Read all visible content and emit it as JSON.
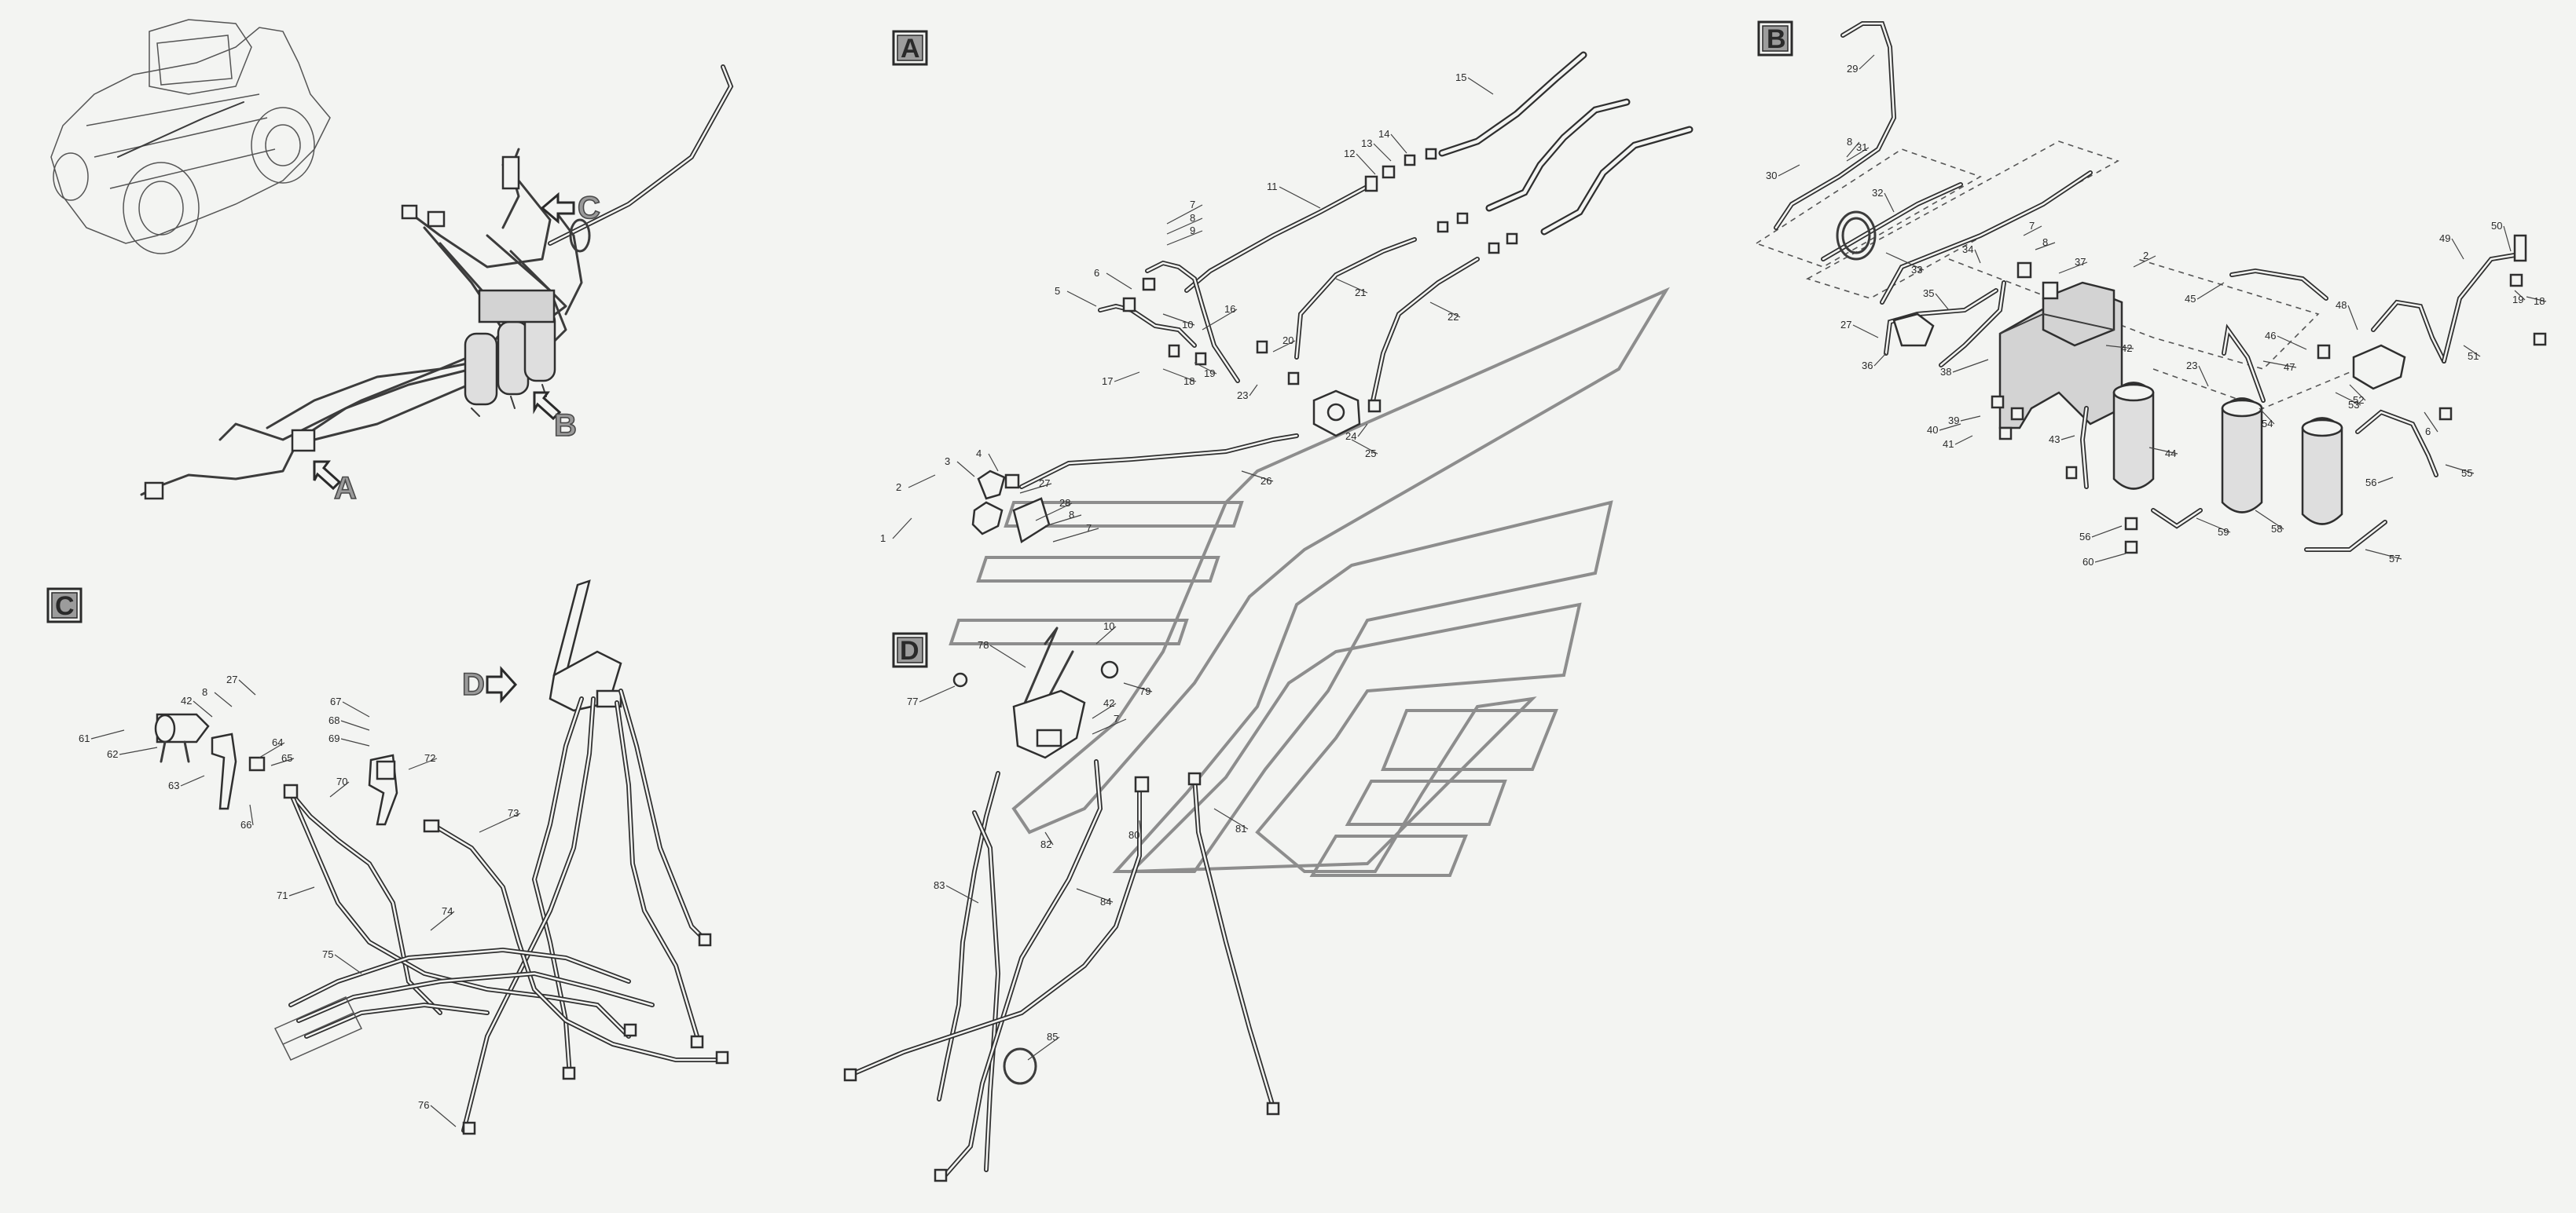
{
  "section_labels": {
    "a": "A",
    "b": "B",
    "c": "C",
    "d": "D"
  },
  "overview_callouts": {
    "a": "A",
    "b": "B",
    "c": "C"
  },
  "c_callout": "D",
  "part_numbers_a": [
    "1",
    "2",
    "3",
    "4",
    "27",
    "28",
    "8",
    "7",
    "5",
    "6",
    "7",
    "8",
    "9",
    "10",
    "16",
    "11",
    "12",
    "13",
    "14",
    "15",
    "17",
    "18",
    "19",
    "20",
    "23",
    "21",
    "22",
    "24",
    "25",
    "26"
  ],
  "part_numbers_d": [
    "78",
    "77",
    "10",
    "79",
    "42",
    "7",
    "80",
    "81",
    "82",
    "83",
    "84",
    "85"
  ],
  "part_numbers_b": [
    "29",
    "30",
    "8",
    "31",
    "32",
    "33",
    "34",
    "7",
    "8",
    "37",
    "2",
    "35",
    "27",
    "36",
    "38",
    "42",
    "39",
    "40",
    "41",
    "43",
    "44",
    "45",
    "46",
    "47",
    "23",
    "54",
    "53",
    "52",
    "48",
    "49",
    "50",
    "19",
    "18",
    "51",
    "6",
    "55",
    "56",
    "56",
    "60",
    "59",
    "58",
    "57"
  ],
  "part_numbers_c": [
    "27",
    "61",
    "62",
    "42",
    "8",
    "63",
    "64",
    "65",
    "66",
    "67",
    "68",
    "69",
    "72",
    "70",
    "73",
    "71",
    "74",
    "75",
    "76"
  ]
}
